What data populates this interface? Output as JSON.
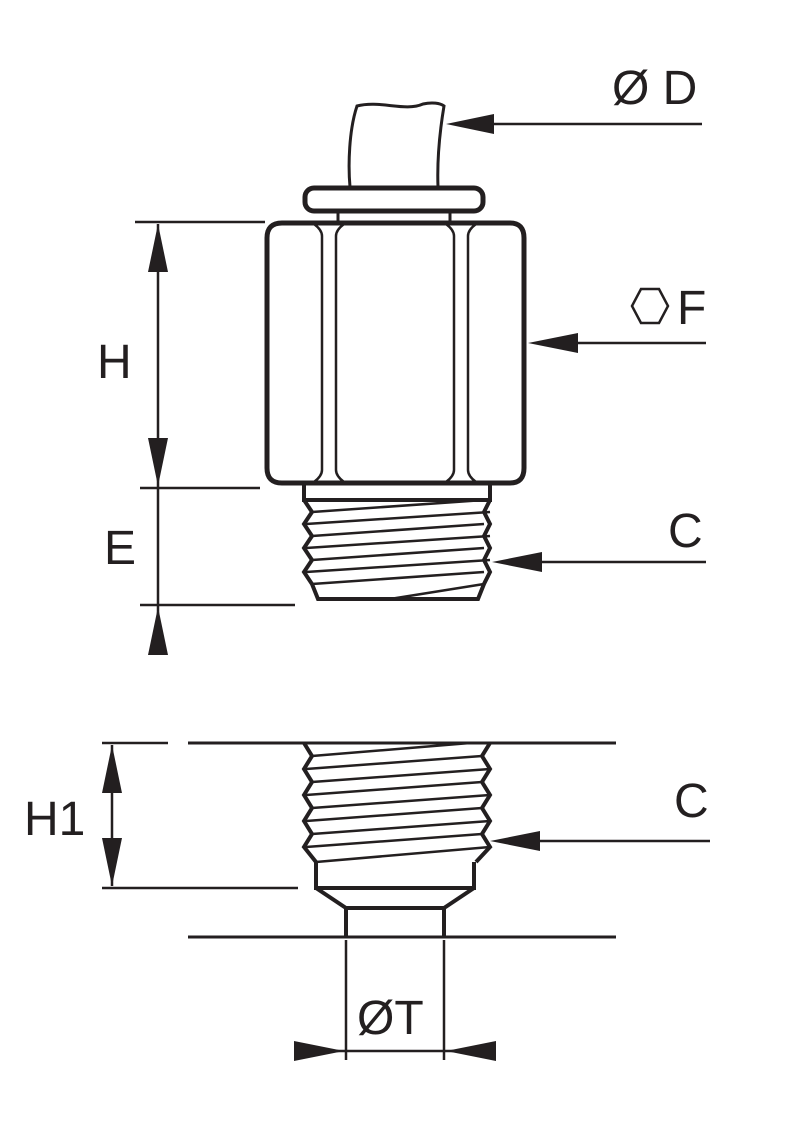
{
  "labels": {
    "diameter_d": "Ø D",
    "hex_f": "F",
    "height_h": "H",
    "length_e": "E",
    "thread_c_top": "C",
    "thread_c_bottom": "C",
    "height_h1": "H1",
    "diameter_t": "ØT"
  },
  "icons": {
    "hex_symbol": "hexagon-icon",
    "arrow": "arrowhead-icon"
  },
  "colors": {
    "ink": "#231f20",
    "background": "#ffffff"
  }
}
